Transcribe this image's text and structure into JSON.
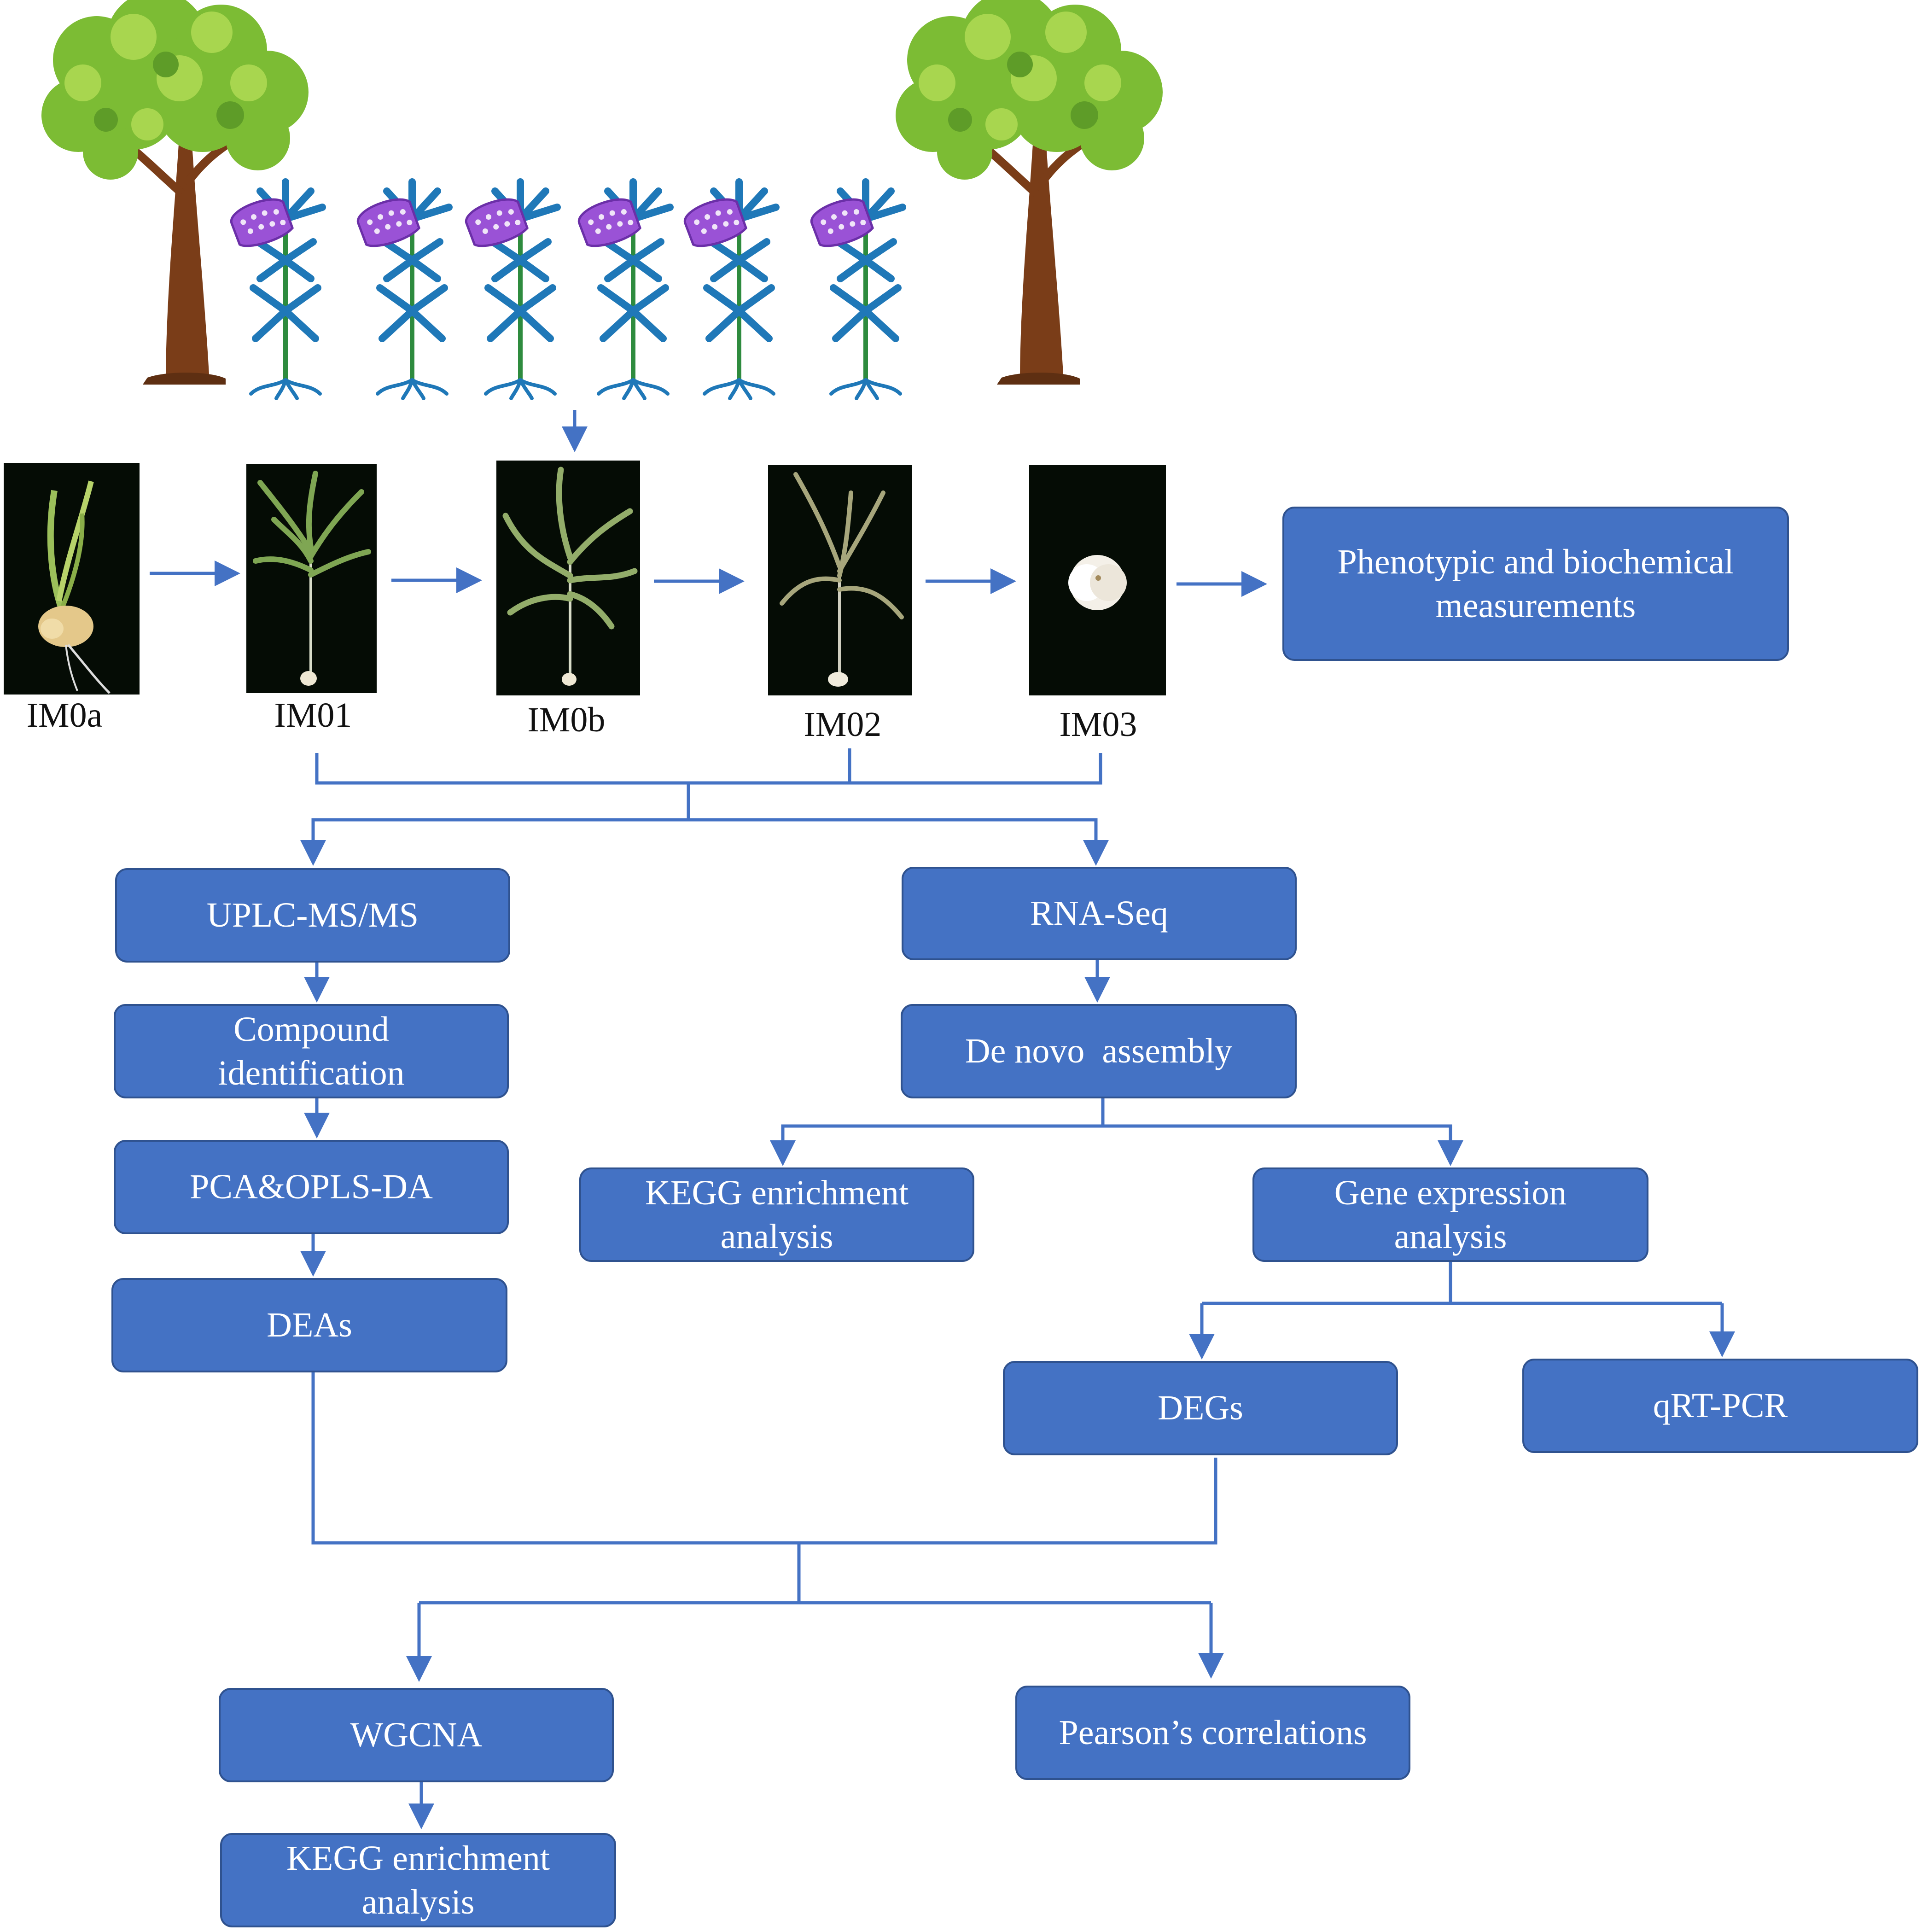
{
  "colors": {
    "box_fill": "#4472c4",
    "box_border": "#2f528f",
    "connector": "#4472c4",
    "flower": "#9a52d6",
    "leaf": "#1f78b8",
    "tree_crown": "#7cbc34",
    "tree_trunk": "#7a3d18"
  },
  "stages": [
    {
      "id": "IM0a",
      "label": "IM0a"
    },
    {
      "id": "IM01",
      "label": "IM01"
    },
    {
      "id": "IM0b",
      "label": "IM0b"
    },
    {
      "id": "IM02",
      "label": "IM02"
    },
    {
      "id": "IM03",
      "label": "IM03"
    }
  ],
  "boxes": {
    "phenotypic": [
      "Phenotypic and biochemical",
      "measurements"
    ],
    "uplc": [
      "UPLC-MS/MS"
    ],
    "compound": [
      "Compound",
      "identification"
    ],
    "pca": [
      "PCA&OPLS-DA"
    ],
    "deas": [
      "DEAs"
    ],
    "rnaseq": [
      "RNA-Seq"
    ],
    "denovo": [
      "De novo  assembly"
    ],
    "kegg_top": [
      "KEGG enrichment",
      "analysis"
    ],
    "gene_expr": [
      "Gene expression",
      "analysis"
    ],
    "degs": [
      "DEGs"
    ],
    "qrtpcr": [
      "qRT-PCR"
    ],
    "wgcna": [
      "WGCNA"
    ],
    "pearson": [
      "Pearson’s correlations"
    ],
    "kegg_bottom": [
      "KEGG enrichment",
      "analysis"
    ]
  },
  "illustration": {
    "trees": 2,
    "flowering_plants": 6
  }
}
